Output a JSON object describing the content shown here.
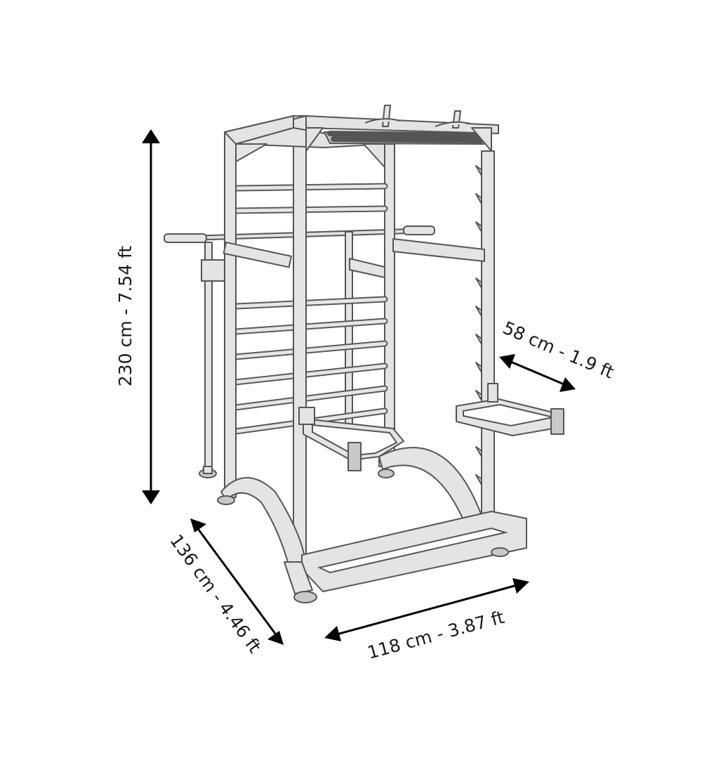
{
  "dimensions": {
    "height": "230 cm - 7.54 ft",
    "depth": "136 cm - 4.46 ft",
    "width": "118 cm - 3.87 ft",
    "step_depth": "58 cm - 1.9 ft"
  },
  "colors": {
    "frame_fill": "#e4e4e4",
    "frame_stroke": "#555555",
    "dimension_line": "#000000"
  }
}
